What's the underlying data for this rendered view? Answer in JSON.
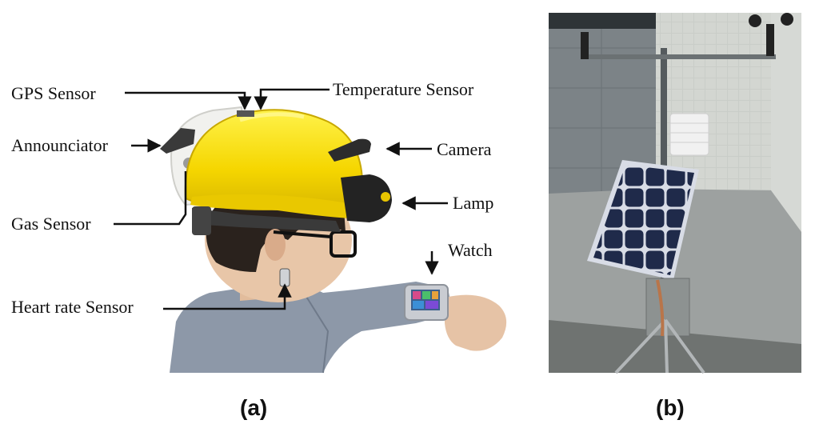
{
  "panel_a": {
    "caption": "(a)",
    "labels": {
      "gps": "GPS Sensor",
      "temperature": "Temperature Sensor",
      "announciator": "Announciator",
      "camera": "Camera",
      "lamp": "Lamp",
      "gas": "Gas Sensor",
      "watch": "Watch",
      "heart_rate": "Heart rate Sensor"
    }
  },
  "panel_b": {
    "caption": "(b)"
  },
  "colors": {
    "helmet": "#f5d600",
    "shirt": "#8d98a8",
    "solar_panel": "#1f2a4a"
  }
}
